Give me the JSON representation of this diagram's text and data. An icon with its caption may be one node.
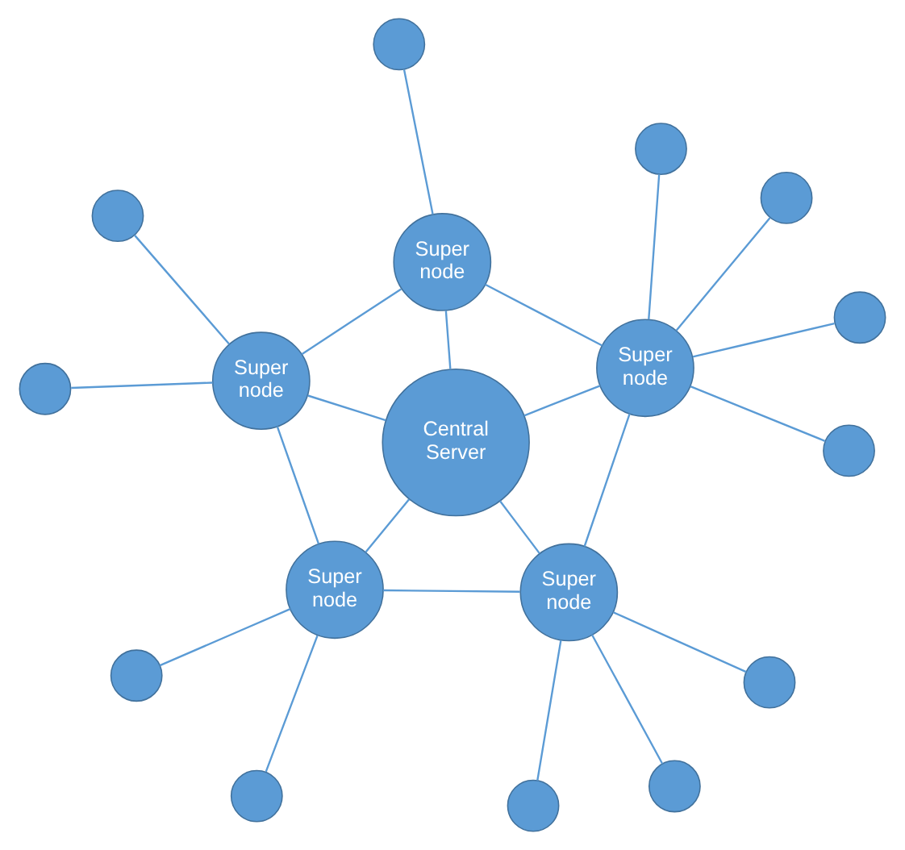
{
  "diagram": {
    "nodes": [
      {
        "text": [],
        "shape": "circle"
      },
      {
        "text": [
          "Super node"
        ]
      },
      {
        "text": [],
        "shape": "circle"
      },
      {
        "text": [],
        "shape": "circle"
      },
      {
        "text": [],
        "shape": "circle"
      },
      {
        "text": [
          "Super node"
        ]
      },
      {
        "text": [],
        "shape": "circle"
      },
      {
        "text": [
          "Super node"
        ]
      },
      {
        "text": [],
        "shape": "circle"
      },
      {
        "text": [],
        "shape": "circle"
      },
      {
        "text": [
          "Central Server"
        ]
      },
      {
        "text": [],
        "shape": "circle"
      },
      {
        "text": [
          "Super node"
        ]
      },
      {
        "text": [
          "Super node"
        ]
      },
      {
        "text": [],
        "shape": "circle"
      },
      {
        "text": [],
        "shape": "circle"
      },
      {
        "text": [],
        "shape": "circle"
      },
      {
        "text": [],
        "shape": "circle"
      }
    ],
    "edges": [
      {
        "from": 0,
        "to": 1,
        "arrow": "none"
      },
      {
        "from": 1,
        "to": 2,
        "arrow": "none"
      },
      {
        "from": 1,
        "to": 5,
        "arrow": "none"
      },
      {
        "from": 1,
        "to": 7,
        "arrow": "none"
      },
      {
        "from": 1,
        "to": 10,
        "arrow": "none"
      },
      {
        "from": 3,
        "to": 5,
        "arrow": "none"
      },
      {
        "from": 5,
        "to": 8,
        "arrow": "none"
      },
      {
        "from": 5,
        "to": 10,
        "arrow": "none"
      },
      {
        "from": 5,
        "to": 12,
        "arrow": "none"
      },
      {
        "from": 4,
        "to": 7,
        "arrow": "none"
      },
      {
        "from": 6,
        "to": 7,
        "arrow": "none"
      },
      {
        "from": 7,
        "to": 9,
        "arrow": "none"
      },
      {
        "from": 7,
        "to": 10,
        "arrow": "none"
      },
      {
        "from": 7,
        "to": 13,
        "arrow": "none"
      },
      {
        "from": 10,
        "to": 13,
        "arrow": "none"
      },
      {
        "from": 10,
        "to": 12,
        "arrow": "none"
      },
      {
        "from": 11,
        "to": 13,
        "arrow": "none"
      },
      {
        "from": 13,
        "to": 12,
        "arrow": "none"
      },
      {
        "from": 12,
        "to": 14,
        "arrow": "none"
      },
      {
        "from": 13,
        "to": 15,
        "arrow": "none"
      },
      {
        "from": 13,
        "to": 16,
        "arrow": "none"
      },
      {
        "from": 13,
        "to": 17,
        "arrow": "none"
      }
    ]
  }
}
